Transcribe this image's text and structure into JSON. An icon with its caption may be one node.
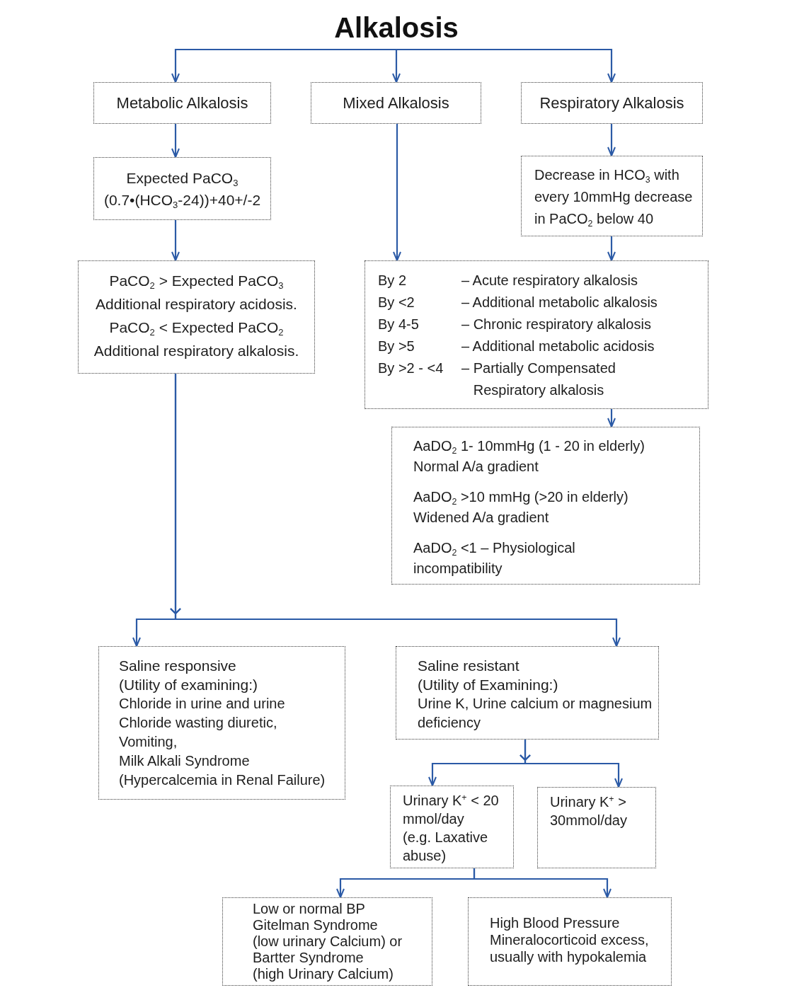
{
  "diagram": {
    "nodes": [
      {
        "text": [
          "Alkalosis"
        ]
      },
      {
        "text": [
          "Metabolic Alkalosis"
        ]
      },
      {
        "text": [
          "Mixed Alkalosis"
        ]
      },
      {
        "text": [
          "Respiratory Alkalosis"
        ]
      },
      {
        "text": [
          "Expected PaCO$_{3}$",
          "(0.7•(HCO$_{3}$-24))+40+/-2"
        ]
      },
      {
        "text": [
          "Decrease in HCO$_{3}$ with every 10mmHg decrease in PaCO$_{2}$ below 40"
        ]
      },
      {
        "text": [
          "PaCO$_{2}$ > Expected PaCO$_{3}$",
          "Additional respiratory acidosis.",
          "PaCO$_{2}$ < Expected PaCO$_{2}$",
          "Additional respiratory alkalosis."
        ]
      },
      {
        "text": [
          "By 2",
          "– Acute respiratory alkalosis",
          "By <2",
          "– Additional metabolic alkalosis",
          "By 4-5",
          "– Chronic respiratory alkalosis",
          "By >5",
          "– Additional metabolic acidosis",
          "By >2 - <4",
          "– Partially Compensated Respiratory alkalosis"
        ]
      },
      {
        "text": [
          "AaDO$_{2}$ 1- 10mmHg (1 - 20 in elderly)",
          "Normal A/a gradient",
          "AaDO$_{2}$ >10 mmHg (>20 in elderly)",
          "Widened A/a gradient",
          "AaDO$_{2}$ <1 – Physiological incompatibility"
        ]
      },
      {
        "text": [
          "Saline responsive",
          "(Utility of examining:)",
          "Chloride in urine and urine",
          "Chloride wasting diuretic,",
          "Vomiting,",
          "Milk Alkali Syndrome",
          "(Hypercalcemia in Renal Failure)"
        ]
      },
      {
        "text": [
          "Saline resistant",
          "(Utility of Examining:)",
          "Urine K, Urine calcium or magnesium deficiency"
        ]
      },
      {
        "text": [
          "Urinary K$^{+}$ < 20 mmol/day",
          "(e.g. Laxative abuse)"
        ]
      },
      {
        "text": [
          "Urinary K$^{+}$ > 30mmol/day"
        ]
      },
      {
        "text": [
          "Low or normal BP",
          "Gitelman Syndrome",
          "(low urinary Calcium) or",
          "Bartter Syndrome",
          "(high Urinary Calcium)"
        ]
      },
      {
        "text": [
          "High Blood Pressure",
          "Mineralocorticoid excess,",
          "usually with hypokalemia"
        ]
      }
    ],
    "edges": [
      {
        "from": 0,
        "to": 1,
        "arrow": "to"
      },
      {
        "from": 0,
        "to": 2,
        "arrow": "to"
      },
      {
        "from": 0,
        "to": 3,
        "arrow": "to"
      },
      {
        "from": 1,
        "to": 4,
        "arrow": "to"
      },
      {
        "from": 3,
        "to": 5,
        "arrow": "to"
      },
      {
        "from": 4,
        "to": 6,
        "arrow": "to"
      },
      {
        "from": 2,
        "to": 7,
        "arrow": "to"
      },
      {
        "from": 5,
        "to": 7,
        "arrow": "to"
      },
      {
        "from": 7,
        "to": 8,
        "arrow": "to"
      },
      {
        "from": 6,
        "to": 9,
        "arrow": "to"
      },
      {
        "from": 6,
        "to": 10,
        "arrow": "to"
      },
      {
        "from": 10,
        "to": 11,
        "arrow": "to"
      },
      {
        "from": 10,
        "to": 12,
        "arrow": "to"
      },
      {
        "from": 11,
        "to": 13,
        "arrow": "to"
      },
      {
        "from": 11,
        "to": 14,
        "arrow": "to"
      }
    ]
  }
}
